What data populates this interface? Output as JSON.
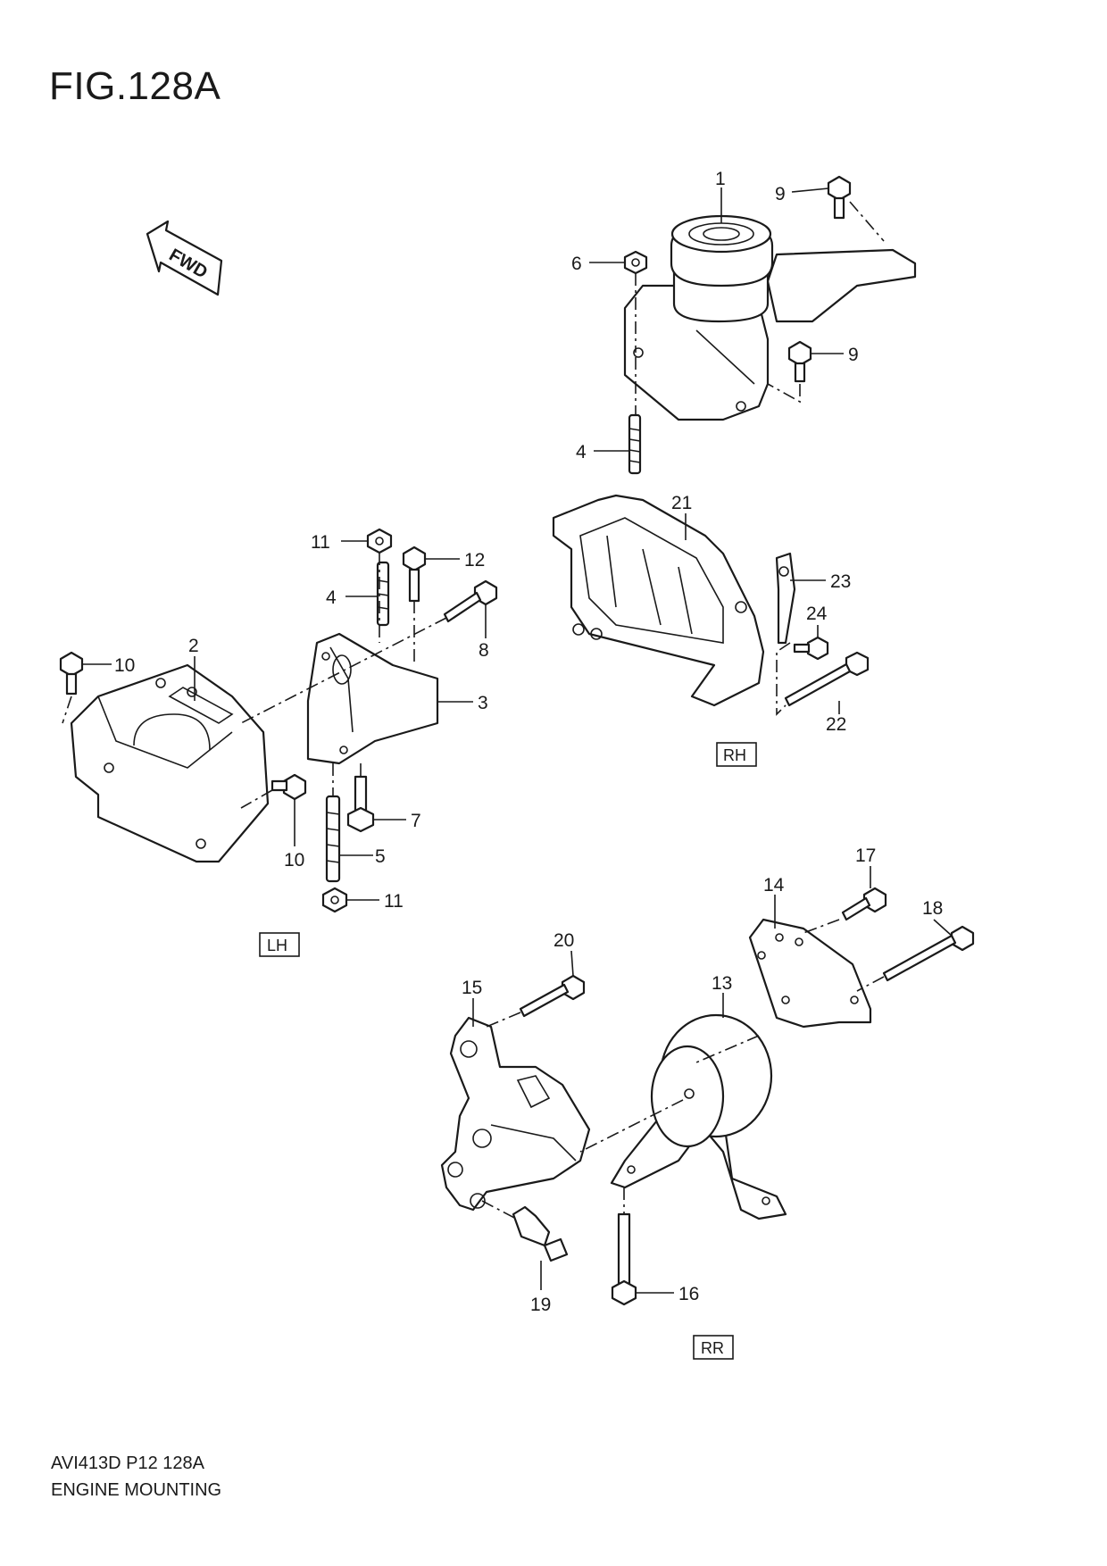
{
  "figure": {
    "title": "FIG.128A"
  },
  "direction_indicator": {
    "label": "FWD"
  },
  "footer": {
    "code": "AVI413D P12 128A",
    "name": "ENGINE MOUNTING"
  },
  "group_labels": {
    "rh": "RH",
    "lh": "LH",
    "rr": "RR"
  },
  "callouts": {
    "c1": "1",
    "c2": "2",
    "c3": "3",
    "c4a": "4",
    "c4b": "4",
    "c5": "5",
    "c6": "6",
    "c7": "7",
    "c8": "8",
    "c9a": "9",
    "c9b": "9",
    "c10a": "10",
    "c10b": "10",
    "c11a": "11",
    "c11b": "11",
    "c12": "12",
    "c13": "13",
    "c14": "14",
    "c15": "15",
    "c16": "16",
    "c17": "17",
    "c18": "18",
    "c19": "19",
    "c20": "20",
    "c21": "21",
    "c22": "22",
    "c23": "23",
    "c24": "24"
  }
}
